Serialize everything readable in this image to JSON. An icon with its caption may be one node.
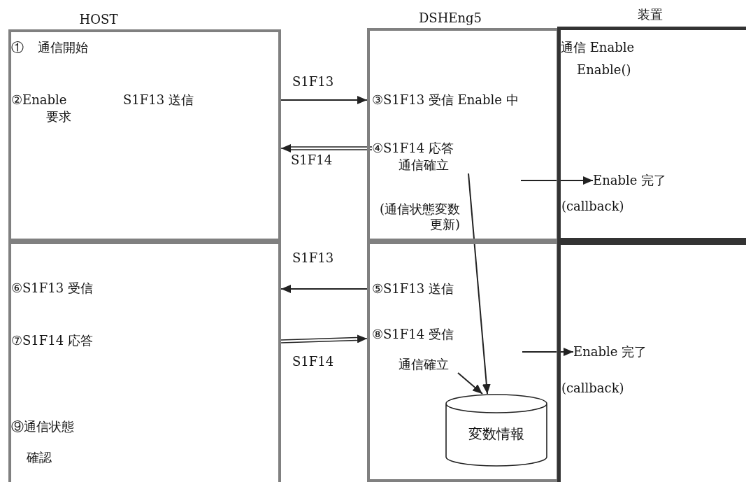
{
  "diagram": {
    "nodes": [
      {
        "text": [
          "HOST"
        ]
      },
      {
        "text": [
          "① 通信開始"
        ],
        "in": 0
      },
      {
        "text": [
          "②Enable要求",
          "S1F13 送信"
        ],
        "in": 0
      },
      {
        "text": [
          "DSHEng5"
        ]
      },
      {
        "text": [
          "③S1F13 受信 Enable 中"
        ],
        "in": 3
      },
      {
        "text": [
          "④S1F14 応答",
          "通信確立"
        ],
        "in": 3
      },
      {
        "text": [
          "装置"
        ]
      },
      {
        "text": [
          "通信 Enable",
          "Enable()"
        ],
        "in": 6
      },
      {
        "text": [
          "Enable 完了"
        ],
        "beside": [
          "(callback)"
        ],
        "in": 6
      },
      {
        "text": [],
        "shape": "box"
      },
      {
        "text": [
          "⑥S1F13 受信"
        ],
        "in": 9
      },
      {
        "text": [
          "⑦S1F14 応答"
        ],
        "in": 9
      },
      {
        "text": [
          "⑨通信状態確認"
        ],
        "in": 9
      },
      {
        "text": [],
        "shape": "box"
      },
      {
        "text": [
          "⑤S1F13 送信"
        ],
        "in": 13
      },
      {
        "text": [
          "⑧S1F14 受信",
          "通信確立"
        ],
        "in": 13
      },
      {
        "text": [
          "変数情報"
        ],
        "in": 13
      },
      {
        "text": [],
        "shape": "box"
      },
      {
        "text": [
          "Enable 完了"
        ],
        "beside": [
          "(callback)"
        ],
        "in": 17
      }
    ],
    "edges": [
      {
        "from": 0,
        "to": 3,
        "arrow": "to",
        "label": "S1F13"
      },
      {
        "from": 5,
        "to": 0,
        "arrow": "to",
        "label": "S1F14"
      },
      {
        "from": null,
        "to": 8,
        "arrow": "to"
      },
      {
        "from": 5,
        "to": 16,
        "arrow": "to",
        "label": "(通信状態変数更新)"
      },
      {
        "from": 13,
        "to": 9,
        "arrow": "to",
        "label": "S1F13"
      },
      {
        "from": 9,
        "to": 13,
        "arrow": "to",
        "label": "S1F14"
      },
      {
        "from": 15,
        "to": 16,
        "arrow": "to"
      },
      {
        "from": null,
        "to": 18,
        "arrow": "to"
      }
    ]
  }
}
